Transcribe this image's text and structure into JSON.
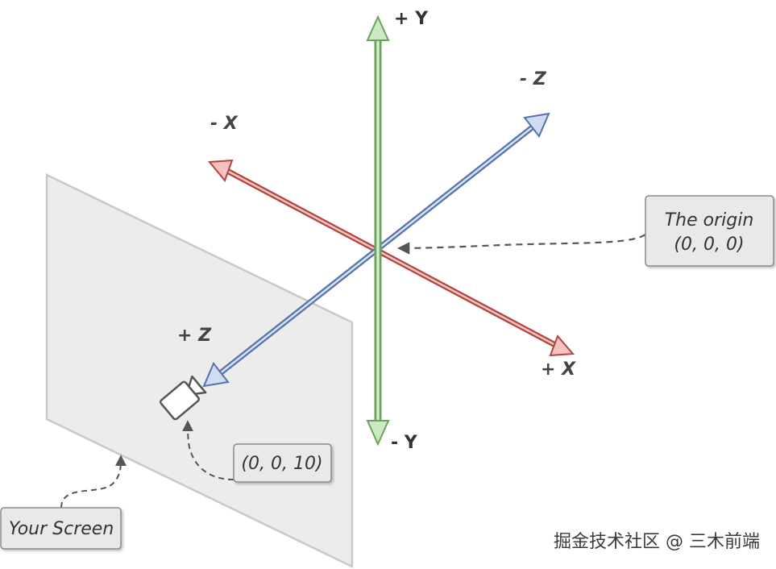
{
  "axes": {
    "plus_y": "+ Y",
    "minus_y": "- Y",
    "plus_x": "+ X",
    "minus_x": "- X",
    "plus_z": "+ Z",
    "minus_z": "- Z"
  },
  "callouts": {
    "origin_line1": "The origin",
    "origin_line2": "(0, 0, 0)",
    "camera_position": "(0, 0, 10)",
    "screen": "Your Screen"
  },
  "icons": {
    "camera": "video-camera-icon"
  },
  "colors": {
    "x_axis": "#d9534f",
    "y_axis": "#7bb86f",
    "z_axis": "#6d8fc9",
    "screen_plane": "#ececec"
  },
  "watermark": "掘金技术社区 @ 三木前端"
}
